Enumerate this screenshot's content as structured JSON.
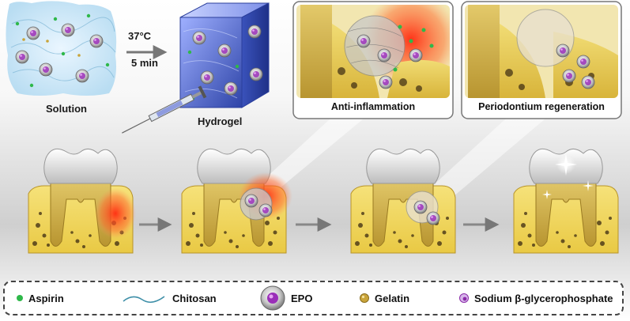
{
  "process": {
    "condition_temp": "37°C",
    "condition_time": "5 min",
    "solution_label": "Solution",
    "hydrogel_label": "Hydrogel"
  },
  "panels": [
    {
      "label": "Anti-inflammation"
    },
    {
      "label": "Periodontium regeneration"
    }
  ],
  "legend": {
    "items": [
      {
        "label": "Aspirin",
        "icon": "green-dot-icon"
      },
      {
        "label": "Chitosan",
        "icon": "chitosan-strand-icon"
      },
      {
        "label": "EPO",
        "icon": "epo-particle-icon"
      },
      {
        "label": "Gelatin",
        "icon": "gelatin-bead-icon"
      },
      {
        "label": "Sodium β-glycerophosphate",
        "icon": "glycerophosphate-icon"
      }
    ]
  },
  "colors": {
    "inflammation": "#e8301c",
    "gel_cube": "#4a63c8",
    "tooth_enamel": "#e6e6e6",
    "root": "#d9b84a",
    "bone": "#f0d75c",
    "aspirin": "#2fb84a",
    "epo": "#8a2aa8"
  }
}
